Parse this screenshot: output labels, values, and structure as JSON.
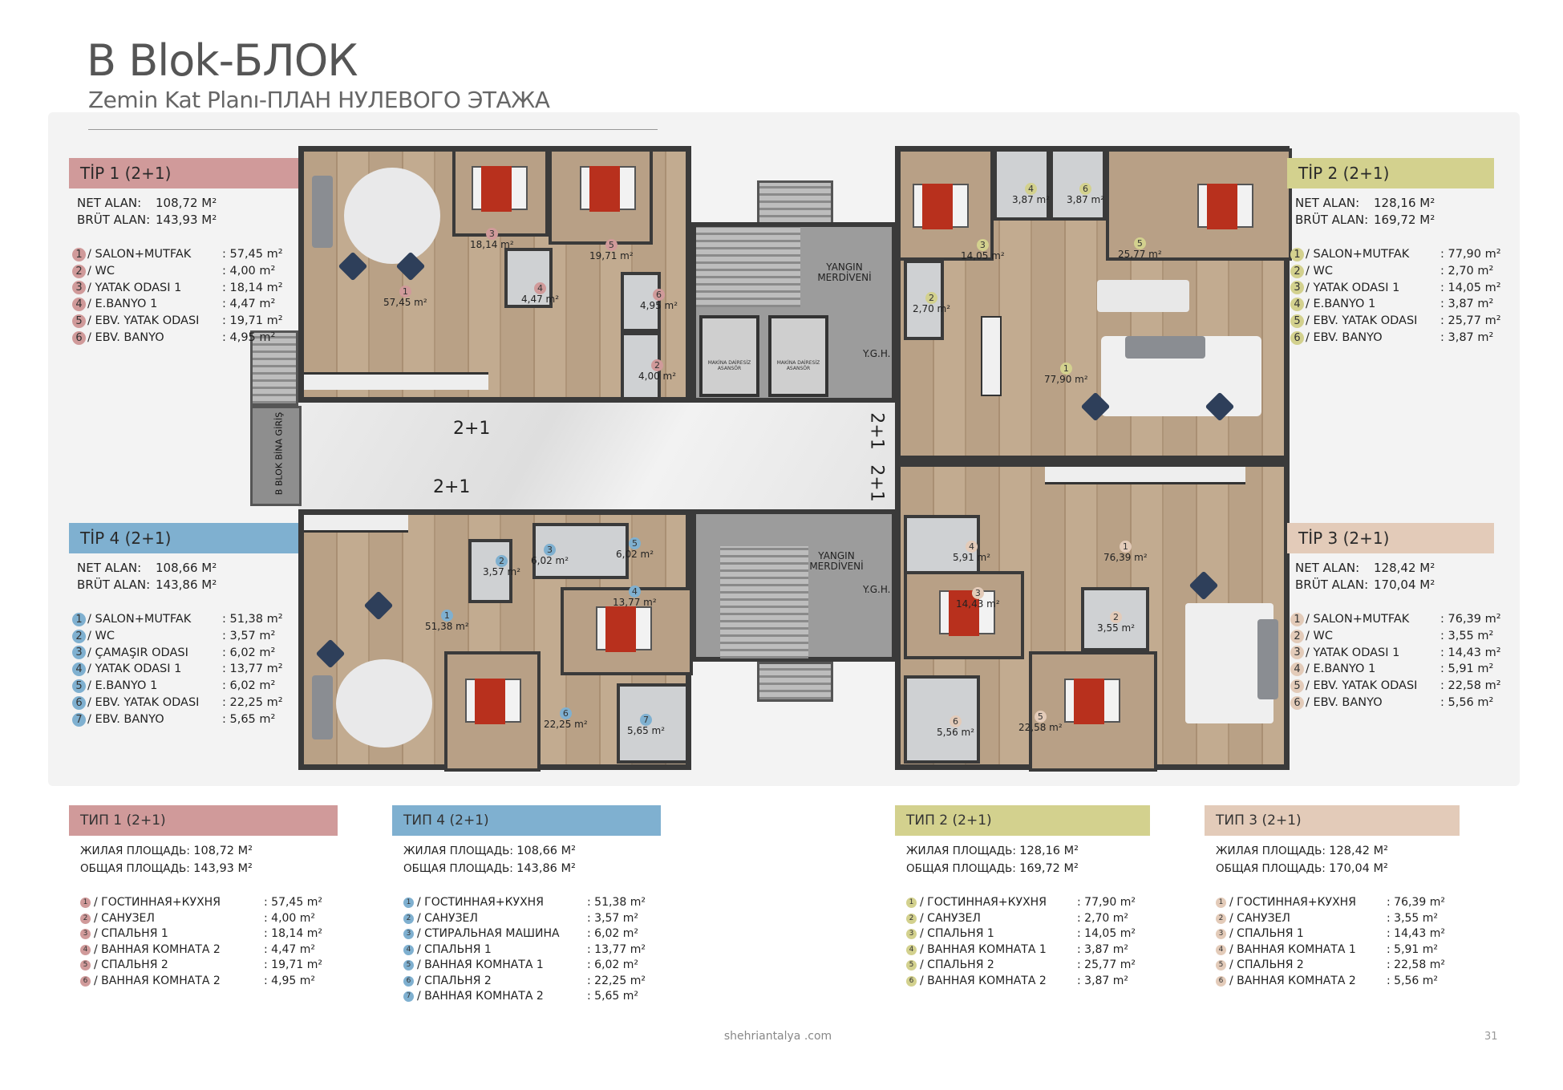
{
  "header": {
    "title": "B Blok-БЛОК",
    "subtitle": "Zemin Kat Planı-ПЛАН НУЛЕВОГО ЭТАЖА"
  },
  "colors": {
    "tip1": "#d09a9a",
    "tip4": "#7fb0d0",
    "tip2": "#d3d18e",
    "tip3": "#e3cbb9"
  },
  "types_tr": [
    {
      "title": "TİP 1 (2+1)",
      "net_label": "NET ALAN:",
      "net": "108,72 M²",
      "brut_label": "BRÜT ALAN:",
      "brut": "143,93 M²",
      "rooms": [
        {
          "n": "1",
          "name": "/ SALON+MUTFAK",
          "area": ": 57,45 m²"
        },
        {
          "n": "2",
          "name": "/ WC",
          "area": ": 4,00 m²"
        },
        {
          "n": "3",
          "name": "/ YATAK ODASI 1",
          "area": ": 18,14 m²"
        },
        {
          "n": "4",
          "name": "/ E.BANYO 1",
          "area": ": 4,47 m²"
        },
        {
          "n": "5",
          "name": "/ EBV. YATAK ODASI",
          "area": ": 19,71 m²"
        },
        {
          "n": "6",
          "name": "/ EBV. BANYO",
          "area": ": 4,95 m²"
        }
      ]
    },
    {
      "title": "TİP 4 (2+1)",
      "net_label": "NET ALAN:",
      "net": "108,66 M²",
      "brut_label": "BRÜT ALAN:",
      "brut": "143,86 M²",
      "rooms": [
        {
          "n": "1",
          "name": "/ SALON+MUTFAK",
          "area": ": 51,38 m²"
        },
        {
          "n": "2",
          "name": "/ WC",
          "area": ": 3,57 m²"
        },
        {
          "n": "3",
          "name": "/ ÇAMAŞIR ODASI",
          "area": ": 6,02 m²"
        },
        {
          "n": "4",
          "name": "/ YATAK ODASI 1",
          "area": ": 13,77 m²"
        },
        {
          "n": "5",
          "name": "/ E.BANYO 1",
          "area": ": 6,02 m²"
        },
        {
          "n": "6",
          "name": "/ EBV. YATAK ODASI",
          "area": ": 22,25 m²"
        },
        {
          "n": "7",
          "name": "/ EBV. BANYO",
          "area": ": 5,65 m²"
        }
      ]
    },
    {
      "title": "TİP 2 (2+1)",
      "net_label": "NET ALAN:",
      "net": "128,16 M²",
      "brut_label": "BRÜT ALAN:",
      "brut": "169,72 M²",
      "rooms": [
        {
          "n": "1",
          "name": "/ SALON+MUTFAK",
          "area": ": 77,90 m²"
        },
        {
          "n": "2",
          "name": "/ WC",
          "area": ": 2,70 m²"
        },
        {
          "n": "3",
          "name": "/ YATAK ODASI 1",
          "area": ": 14,05 m²"
        },
        {
          "n": "4",
          "name": "/ E.BANYO 1",
          "area": ": 3,87 m²"
        },
        {
          "n": "5",
          "name": "/ EBV. YATAK ODASI",
          "area": ": 25,77 m²"
        },
        {
          "n": "6",
          "name": "/ EBV. BANYO",
          "area": ": 3,87 m²"
        }
      ]
    },
    {
      "title": "TİP 3 (2+1)",
      "net_label": "NET ALAN:",
      "net": "128,42 M²",
      "brut_label": "BRÜT ALAN:",
      "brut": "170,04 M²",
      "rooms": [
        {
          "n": "1",
          "name": "/ SALON+MUTFAK",
          "area": ": 76,39 m²"
        },
        {
          "n": "2",
          "name": "/ WC",
          "area": ": 3,55 m²"
        },
        {
          "n": "3",
          "name": "/ YATAK ODASI 1",
          "area": ": 14,43 m²"
        },
        {
          "n": "4",
          "name": "/ E.BANYO 1",
          "area": ": 5,91 m²"
        },
        {
          "n": "5",
          "name": "/ EBV. YATAK ODASI",
          "area": ": 22,58 m²"
        },
        {
          "n": "6",
          "name": "/ EBV. BANYO",
          "area": ": 5,56 m²"
        }
      ]
    }
  ],
  "types_ru": [
    {
      "title": "ТИП 1 (2+1)",
      "net_label": "ЖИЛАЯ ПЛОЩАДЬ:",
      "net": "108,72 М²",
      "brut_label": "ОБЩАЯ ПЛОЩАДЬ:",
      "brut": "143,93 М²",
      "rooms": [
        {
          "n": "1",
          "name": "/ ГОСТИННАЯ+КУХНЯ",
          "area": ": 57,45 m²"
        },
        {
          "n": "2",
          "name": "/ САНУЗЕЛ",
          "area": ": 4,00 m²"
        },
        {
          "n": "3",
          "name": "/ СПАЛЬНЯ 1",
          "area": ": 18,14 m²"
        },
        {
          "n": "4",
          "name": "/ ВАННАЯ КОМНАТА 2",
          "area": ": 4,47 m²"
        },
        {
          "n": "5",
          "name": "/ СПАЛЬНЯ 2",
          "area": ": 19,71 m²"
        },
        {
          "n": "6",
          "name": "/ ВАННАЯ КОМНАТА 2",
          "area": ": 4,95 m²"
        }
      ]
    },
    {
      "title": "ТИП 4 (2+1)",
      "net_label": "ЖИЛАЯ ПЛОЩАДЬ:",
      "net": "108,66 М²",
      "brut_label": "ОБЩАЯ ПЛОЩАДЬ:",
      "brut": "143,86 М²",
      "rooms": [
        {
          "n": "1",
          "name": "/ ГОСТИННАЯ+КУХНЯ",
          "area": ": 51,38 m²"
        },
        {
          "n": "2",
          "name": "/ САНУЗЕЛ",
          "area": ": 3,57 m²"
        },
        {
          "n": "3",
          "name": "/ СТИРАЛЬНАЯ МАШИНА",
          "area": ": 6,02 m²"
        },
        {
          "n": "4",
          "name": "/ СПАЛЬНЯ 1",
          "area": ": 13,77 m²"
        },
        {
          "n": "5",
          "name": "/ ВАННАЯ КОМНАТА 1",
          "area": ": 6,02 m²"
        },
        {
          "n": "6",
          "name": "/ СПАЛЬНЯ 2",
          "area": ": 22,25 m²"
        },
        {
          "n": "7",
          "name": "/ ВАННАЯ КОМНАТА 2",
          "area": ": 5,65 m²"
        }
      ]
    },
    {
      "title": "ТИП 2 (2+1)",
      "net_label": "ЖИЛАЯ ПЛОЩАДЬ:",
      "net": "128,16 М²",
      "brut_label": "ОБЩАЯ ПЛОЩАДЬ:",
      "brut": "169,72 М²",
      "rooms": [
        {
          "n": "1",
          "name": "/ ГОСТИННАЯ+КУХНЯ",
          "area": ": 77,90 m²"
        },
        {
          "n": "2",
          "name": "/ САНУЗЕЛ",
          "area": ": 2,70 m²"
        },
        {
          "n": "3",
          "name": "/ СПАЛЬНЯ 1",
          "area": ": 14,05 m²"
        },
        {
          "n": "4",
          "name": "/ ВАННАЯ КОМНАТА 1",
          "area": ": 3,87 m²"
        },
        {
          "n": "5",
          "name": "/ СПАЛЬНЯ 2",
          "area": ": 25,77 m²"
        },
        {
          "n": "6",
          "name": "/ ВАННАЯ КОМНАТА 2",
          "area": ": 3,87 m²"
        }
      ]
    },
    {
      "title": "ТИП 3 (2+1)",
      "net_label": "ЖИЛАЯ ПЛОЩАДЬ:",
      "net": "128,42 М²",
      "brut_label": "ОБЩАЯ ПЛОЩАДЬ:",
      "brut": "170,04 М²",
      "rooms": [
        {
          "n": "1",
          "name": "/ ГОСТИННАЯ+КУХНЯ",
          "area": ": 76,39 m²"
        },
        {
          "n": "2",
          "name": "/ САНУЗЕЛ",
          "area": ": 3,55 m²"
        },
        {
          "n": "3",
          "name": "/ СПАЛЬНЯ 1",
          "area": ": 14,43 m²"
        },
        {
          "n": "4",
          "name": "/ ВАННАЯ КОМНАТА 1",
          "area": ": 5,91 m²"
        },
        {
          "n": "5",
          "name": "/ СПАЛЬНЯ 2",
          "area": ": 22,58 m²"
        },
        {
          "n": "6",
          "name": "/ ВАННАЯ КОМНАТА 2",
          "area": ": 5,56 m²"
        }
      ]
    }
  ],
  "plan": {
    "room_labels": [
      {
        "n": "1",
        "area": "57,45 m²",
        "tip": "tip1"
      },
      {
        "n": "3",
        "area": "18,14 m²",
        "tip": "tip1"
      },
      {
        "n": "5",
        "area": "19,71 m²",
        "tip": "tip1"
      },
      {
        "n": "4",
        "area": "4,47 m²",
        "tip": "tip1"
      },
      {
        "n": "6",
        "area": "4,95 m²",
        "tip": "tip1"
      },
      {
        "n": "2",
        "area": "4,00 m²",
        "tip": "tip1"
      },
      {
        "n": "3",
        "area": "14,05 m²",
        "tip": "tip2"
      },
      {
        "n": "4",
        "area": "3,87 m²",
        "tip": "tip2"
      },
      {
        "n": "6",
        "area": "3,87 m²",
        "tip": "tip2"
      },
      {
        "n": "5",
        "area": "25,77 m²",
        "tip": "tip2"
      },
      {
        "n": "2",
        "area": "2,70 m²",
        "tip": "tip2"
      },
      {
        "n": "1",
        "area": "77,90 m²",
        "tip": "tip2"
      },
      {
        "n": "1",
        "area": "51,38 m²",
        "tip": "tip4"
      },
      {
        "n": "2",
        "area": "3,57 m²",
        "tip": "tip4"
      },
      {
        "n": "3",
        "area": "6,02 m²",
        "tip": "tip4"
      },
      {
        "n": "5",
        "area": "6,02 m²",
        "tip": "tip4"
      },
      {
        "n": "4",
        "area": "13,77 m²",
        "tip": "tip4"
      },
      {
        "n": "6",
        "area": "22,25 m²",
        "tip": "tip4"
      },
      {
        "n": "7",
        "area": "5,65 m²",
        "tip": "tip4"
      },
      {
        "n": "1",
        "area": "76,39 m²",
        "tip": "tip3"
      },
      {
        "n": "4",
        "area": "5,91 m²",
        "tip": "tip3"
      },
      {
        "n": "3",
        "area": "14,43 m²",
        "tip": "tip3"
      },
      {
        "n": "2",
        "area": "3,55 m²",
        "tip": "tip3"
      },
      {
        "n": "6",
        "area": "5,56 m²",
        "tip": "tip3"
      },
      {
        "n": "5",
        "area": "22,58 m²",
        "tip": "tip3"
      }
    ],
    "fire_stairs": "YANGIN MERDİVENİ",
    "ygh": "Y.G.H.",
    "elevator": "MAKİNA DAİRESİZ ASANSÖR",
    "entrance": "B BLOK BİNA GİRİŞ",
    "unit_type": "2+1"
  },
  "footer": {
    "site": "shehriantalya .com",
    "page": "31"
  }
}
